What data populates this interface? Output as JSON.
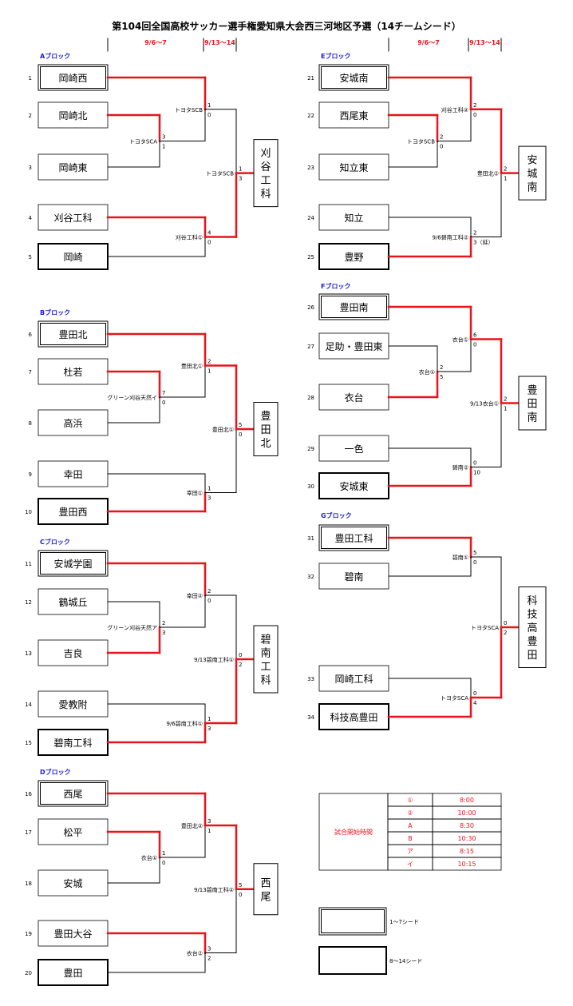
{
  "title": "第104回全国高校サッカー選手権愛知県大会西三河地区予選（14チームシード）",
  "date_headers": [
    "9/6～7",
    "9/13～14"
  ],
  "colors": {
    "win_line": "#e8141c",
    "loss_line": "#000000",
    "block_label": "#1a1ad6",
    "legend_text": "#e8141c"
  },
  "blocks": [
    {
      "label": "Aブロック",
      "side": "left",
      "teams": [
        {
          "num": "1",
          "name": "岡崎西",
          "seed": "top"
        },
        {
          "num": "2",
          "name": "岡崎北",
          "seed": "none"
        },
        {
          "num": "3",
          "name": "岡崎東",
          "seed": "none"
        },
        {
          "num": "4",
          "name": "刈谷工科",
          "seed": "none"
        },
        {
          "num": "5",
          "name": "岡崎",
          "seed": "mid"
        }
      ],
      "matches": [
        {
          "id": "a1",
          "a": "t2",
          "b": "t3",
          "winner": "a",
          "venue": "トヨタSCA",
          "score_a": "3",
          "score_b": "1"
        },
        {
          "id": "a2",
          "a": "t1",
          "b": "a1",
          "winner": "a",
          "venue": "トヨタSCB",
          "score_a": "1",
          "score_b": "0"
        },
        {
          "id": "a3",
          "a": "t4",
          "b": "t5",
          "winner": "a",
          "venue": "刈谷工科①",
          "score_a": "4",
          "score_b": "0"
        },
        {
          "id": "a4",
          "a": "a2",
          "b": "a3",
          "winner": "b",
          "venue": "トヨタSCB",
          "score_a": "1",
          "score_b": "3"
        }
      ],
      "champion": "刈谷工科"
    },
    {
      "label": "Bブロック",
      "side": "left",
      "teams": [
        {
          "num": "6",
          "name": "豊田北",
          "seed": "top"
        },
        {
          "num": "7",
          "name": "杜若",
          "seed": "none"
        },
        {
          "num": "8",
          "name": "高浜",
          "seed": "none"
        },
        {
          "num": "9",
          "name": "幸田",
          "seed": "none"
        },
        {
          "num": "10",
          "name": "豊田西",
          "seed": "mid"
        }
      ],
      "matches": [
        {
          "id": "b1",
          "a": "t2",
          "b": "t3",
          "winner": "a",
          "venue": "グリーン刈谷天然イ",
          "score_a": "7",
          "score_b": "0"
        },
        {
          "id": "b2",
          "a": "t1",
          "b": "b1",
          "winner": "a",
          "venue": "豊田北①",
          "score_a": "2",
          "score_b": "1"
        },
        {
          "id": "b3",
          "a": "t4",
          "b": "t5",
          "winner": "b",
          "venue": "幸田①",
          "score_a": "1",
          "score_b": "3"
        },
        {
          "id": "b4",
          "a": "b2",
          "b": "b3",
          "winner": "a",
          "venue": "豊田北①",
          "score_a": "5",
          "score_b": "0"
        }
      ],
      "champion": "豊田北"
    },
    {
      "label": "Cブロック",
      "side": "left",
      "teams": [
        {
          "num": "11",
          "name": "安城学園",
          "seed": "top"
        },
        {
          "num": "12",
          "name": "鶴城丘",
          "seed": "none"
        },
        {
          "num": "13",
          "name": "吉良",
          "seed": "none"
        },
        {
          "num": "14",
          "name": "愛教附",
          "seed": "none"
        },
        {
          "num": "15",
          "name": "碧南工科",
          "seed": "mid"
        }
      ],
      "matches": [
        {
          "id": "c1",
          "a": "t2",
          "b": "t3",
          "winner": "b",
          "venue": "グリーン刈谷天然ア",
          "score_a": "2",
          "score_b": "3"
        },
        {
          "id": "c2",
          "a": "t1",
          "b": "c1",
          "winner": "a",
          "venue": "幸田②",
          "score_a": "2",
          "score_b": "0"
        },
        {
          "id": "c3",
          "a": "t4",
          "b": "t5",
          "winner": "b",
          "venue": "9/6碧南工科①",
          "score_a": "1",
          "score_b": "3"
        },
        {
          "id": "c4",
          "a": "c2",
          "b": "c3",
          "winner": "b",
          "venue": "9/13碧南工科①",
          "score_a": "0",
          "score_b": "2"
        }
      ],
      "champion": "碧南工科"
    },
    {
      "label": "Dブロック",
      "side": "left",
      "teams": [
        {
          "num": "16",
          "name": "西尾",
          "seed": "top"
        },
        {
          "num": "17",
          "name": "松平",
          "seed": "none"
        },
        {
          "num": "18",
          "name": "安城",
          "seed": "none"
        },
        {
          "num": "19",
          "name": "豊田大谷",
          "seed": "none"
        },
        {
          "num": "20",
          "name": "豊田",
          "seed": "mid"
        }
      ],
      "matches": [
        {
          "id": "d1",
          "a": "t2",
          "b": "t3",
          "winner": "a",
          "venue": "衣台①",
          "score_a": "1",
          "score_b": "0"
        },
        {
          "id": "d2",
          "a": "t1",
          "b": "d1",
          "winner": "a",
          "venue": "豊田北②",
          "score_a": "3",
          "score_b": "1"
        },
        {
          "id": "d3",
          "a": "t4",
          "b": "t5",
          "winner": "a",
          "venue": "衣台②",
          "score_a": "3",
          "score_b": "2"
        },
        {
          "id": "d4",
          "a": "d2",
          "b": "d3",
          "winner": "a",
          "venue": "9/13碧南工科②",
          "score_a": "5",
          "score_b": "0"
        }
      ],
      "champion": "西尾"
    },
    {
      "label": "Eブロック",
      "side": "right",
      "teams": [
        {
          "num": "21",
          "name": "安城南",
          "seed": "top"
        },
        {
          "num": "22",
          "name": "西尾東",
          "seed": "none"
        },
        {
          "num": "23",
          "name": "知立東",
          "seed": "none"
        },
        {
          "num": "24",
          "name": "知立",
          "seed": "none"
        },
        {
          "num": "25",
          "name": "豊野",
          "seed": "mid"
        }
      ],
      "matches": [
        {
          "id": "e1",
          "a": "t2",
          "b": "t3",
          "winner": "a",
          "venue": "トヨタSCB",
          "score_a": "2",
          "score_b": "0"
        },
        {
          "id": "e2",
          "a": "t1",
          "b": "e1",
          "winner": "a",
          "venue": "刈谷工科②",
          "score_a": "2",
          "score_b": "0"
        },
        {
          "id": "e3",
          "a": "t4",
          "b": "t5",
          "winner": "b",
          "venue": "9/6碧南工科②",
          "score_a": "2",
          "score_b": "3（延）"
        },
        {
          "id": "e4",
          "a": "e2",
          "b": "e3",
          "winner": "a",
          "venue": "豊田北②",
          "score_a": "2",
          "score_b": "1"
        }
      ],
      "champion": "安城南"
    },
    {
      "label": "Fブロック",
      "side": "right",
      "teams": [
        {
          "num": "26",
          "name": "豊田南",
          "seed": "top"
        },
        {
          "num": "27",
          "name": "足助・豊田東",
          "seed": "none"
        },
        {
          "num": "28",
          "name": "衣台",
          "seed": "none"
        },
        {
          "num": "29",
          "name": "一色",
          "seed": "none"
        },
        {
          "num": "30",
          "name": "安城東",
          "seed": "mid"
        }
      ],
      "matches": [
        {
          "id": "f1",
          "a": "t2",
          "b": "t3",
          "winner": "b",
          "venue": "衣台①",
          "score_a": "2",
          "score_b": "5"
        },
        {
          "id": "f2",
          "a": "t1",
          "b": "f1",
          "winner": "a",
          "venue": "衣台①",
          "score_a": "6",
          "score_b": "0"
        },
        {
          "id": "f3",
          "a": "t4",
          "b": "t5",
          "winner": "b",
          "venue": "碧南②",
          "score_a": "0",
          "score_b": "10"
        },
        {
          "id": "f4",
          "a": "f2",
          "b": "f3",
          "winner": "a",
          "venue": "9/13衣台①",
          "score_a": "2",
          "score_b": "1"
        }
      ],
      "champion": "豊田南"
    },
    {
      "label": "Gブロック",
      "side": "right",
      "teams": [
        {
          "num": "31",
          "name": "豊田工科",
          "seed": "top"
        },
        {
          "num": "32",
          "name": "碧南",
          "seed": "none"
        },
        {
          "num": "33",
          "name": "岡崎工科",
          "seed": "none"
        },
        {
          "num": "34",
          "name": "科技高豊田",
          "seed": "mid"
        }
      ],
      "matches": [
        {
          "id": "g1",
          "a": "t1",
          "b": "t2",
          "winner": "a",
          "venue": "碧南①",
          "score_a": "5",
          "score_b": "0"
        },
        {
          "id": "g2",
          "a": "t3",
          "b": "t4",
          "winner": "b",
          "venue": "トヨタSCA",
          "score_a": "0",
          "score_b": "4"
        },
        {
          "id": "g3",
          "a": "g1",
          "b": "g2",
          "winner": "b",
          "venue": "トヨタSCA",
          "score_a": "0",
          "score_b": "2"
        }
      ],
      "champion": "科技高豊田"
    }
  ],
  "legend": {
    "title": "試合開始時間",
    "rows": [
      {
        "mark": "①",
        "time": "8:00"
      },
      {
        "mark": "②",
        "time": "10:00"
      },
      {
        "mark": "A",
        "time": "8:30"
      },
      {
        "mark": "B",
        "time": "10:30"
      },
      {
        "mark": "ア",
        "time": "8:15"
      },
      {
        "mark": "イ",
        "time": "10:15"
      }
    ]
  },
  "seed_legend": [
    {
      "label": "1～7シード",
      "style": "double"
    },
    {
      "label": "8～14シード",
      "style": "thick"
    }
  ]
}
